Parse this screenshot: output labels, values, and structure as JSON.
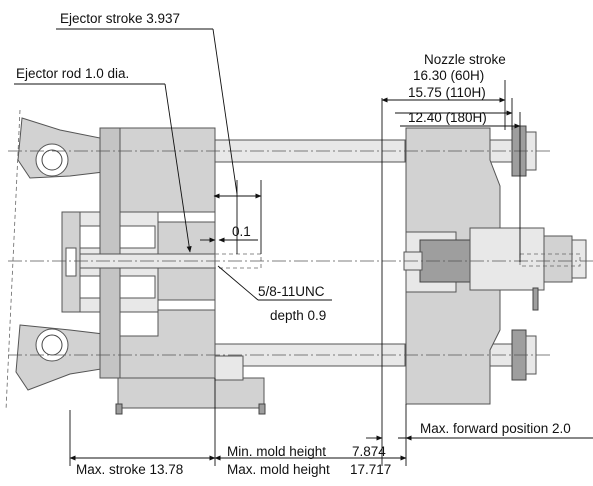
{
  "labels": {
    "ejector_stroke": "Ejector stroke 3.937",
    "ejector_rod": "Ejector rod 1.0 dia.",
    "nozzle_stroke_title": "Nozzle stroke",
    "nozzle_60h": "16.30 (60H)",
    "nozzle_110h": "15.75 (110H)",
    "nozzle_180h": "12.40 (180H)",
    "gap_0_1": "0.1",
    "thread": "5/8-11UNC",
    "thread_depth": "depth 0.9",
    "max_forward": "Max. forward position 2.0",
    "max_stroke": "Max. stroke 13.78",
    "min_mold_label": "Min. mold height",
    "min_mold_value": "7.874",
    "max_mold_label": "Max. mold height",
    "max_mold_value": "17.717"
  }
}
